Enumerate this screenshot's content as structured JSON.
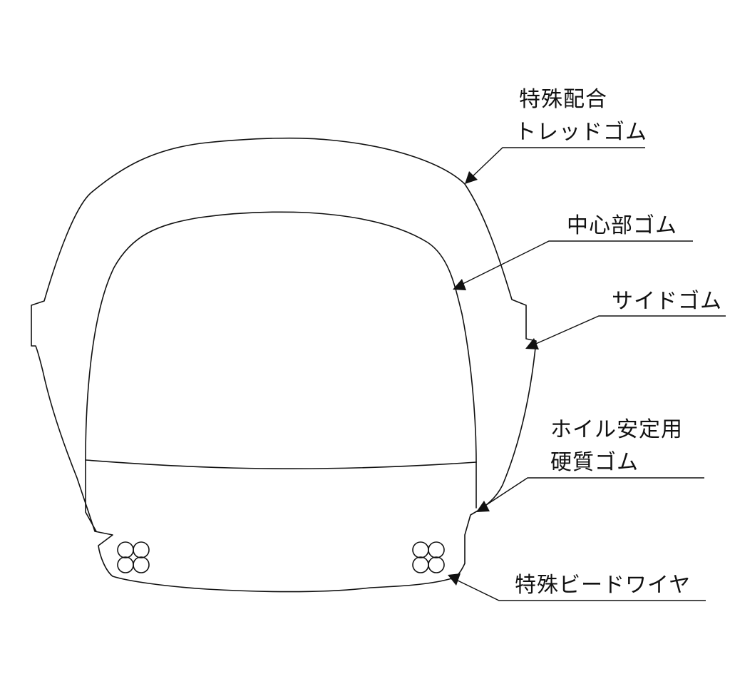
{
  "labels": {
    "tread_line1": "特殊配合",
    "tread_line2": "トレッドゴム",
    "center": "中心部ゴム",
    "side": "サイドゴム",
    "wheel_line1": "ホイル安定用",
    "wheel_line2": "硬質ゴム",
    "bead_wire": "特殊ビードワイヤ"
  },
  "colors": {
    "line": "#111111",
    "background": "#ffffff"
  }
}
